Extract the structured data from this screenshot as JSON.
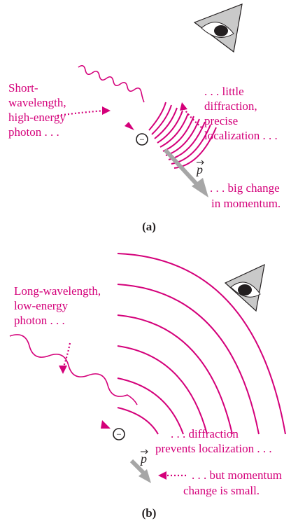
{
  "colors": {
    "accent": "#d4007a",
    "arrow": "#a6a6a6",
    "ink": "#231f20"
  },
  "icons": {
    "observer": "eye-icon",
    "particle": "electron-icon"
  },
  "panel_a": {
    "caption": "(a)",
    "photon_label": [
      "Short-",
      "wavelength,",
      "high-energy",
      "photon . . ."
    ],
    "diffraction_label": [
      ". . . little",
      "diffraction,",
      "precise",
      "localization . . ."
    ],
    "momentum_label": [
      ". . . big change",
      "in momentum."
    ],
    "electron_symbol": "−",
    "momentum_symbol": "p"
  },
  "panel_b": {
    "caption": "(b)",
    "photon_label": [
      "Long-wavelength,",
      "low-energy",
      "photon . . ."
    ],
    "diffraction_label": [
      ". . . diffraction",
      "prevents localization . . ."
    ],
    "momentum_label": [
      ". . . but momentum",
      "change is small."
    ],
    "electron_symbol": "−",
    "momentum_symbol": "p"
  }
}
